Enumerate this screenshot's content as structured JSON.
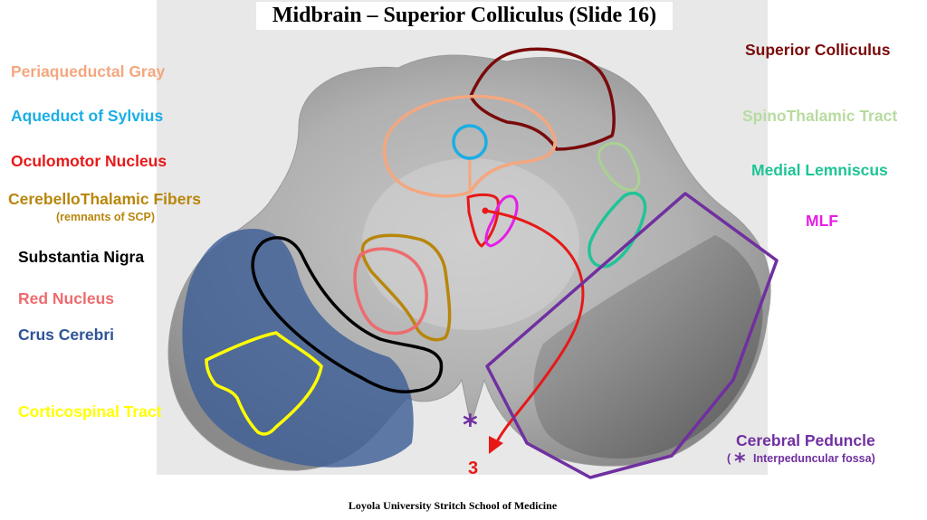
{
  "title": "Midbrain – Superior Colliculus (Slide 16)",
  "footer": "Loyola University Stritch School of Medicine",
  "labels": {
    "periaqueductal_gray": "Periaqueductal Gray",
    "aqueduct_of_sylvius": "Aqueduct of Sylvius",
    "oculomotor_nucleus": "Oculomotor Nucleus",
    "cerebellothalamic_fibers": "CerebelloThalamic Fibers",
    "cerebellothalamic_sub": "(remnants of SCP)",
    "substantia_nigra": "Substantia Nigra",
    "red_nucleus": "Red Nucleus",
    "crus_cerebri": "Crus Cerebri",
    "corticospinal_tract": "Corticospinal Tract",
    "superior_colliculus": "Superior Colliculus",
    "spinothalamic_tract": "SpinoThalamic Tract",
    "medial_lemniscus": "Medial Lemniscus",
    "mlf": "MLF",
    "cerebral_peduncle": "Cerebral Peduncle",
    "interpeduncular_open": "(",
    "interpeduncular_star": "*",
    "interpeduncular_fossa": "Interpeduncular fossa)",
    "cn3_number": "3",
    "fossa_star": "*"
  },
  "colors": {
    "periaqueductal_gray": "#f4a77f",
    "aqueduct_of_sylvius": "#1aaee5",
    "oculomotor_nucleus": "#e81818",
    "cerebellothalamic_fibers": "#b8860b",
    "substantia_nigra": "#000000",
    "red_nucleus": "#ee6b6e",
    "crus_cerebri": "#2e5597",
    "corticospinal_tract": "#ffff00",
    "superior_colliculus": "#7a0a0a",
    "spinothalamic_tract": "#b7dba0",
    "medial_lemniscus": "#1fc497",
    "mlf": "#e61ee6",
    "cerebral_peduncle": "#7030a0"
  }
}
